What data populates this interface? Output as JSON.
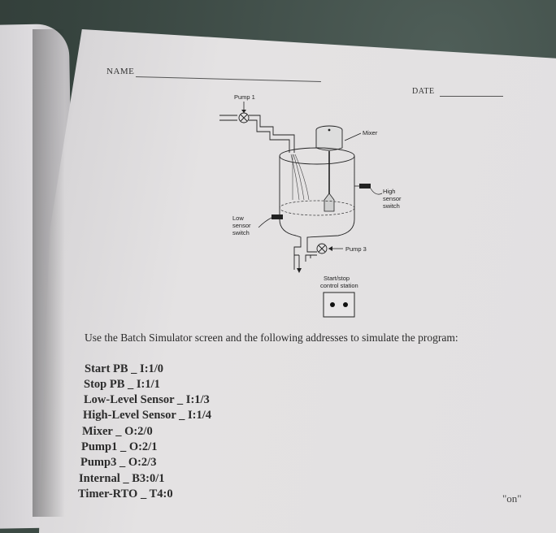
{
  "header": {
    "name_label": "NAME",
    "date_label": "DATE"
  },
  "diagram": {
    "pump1": "Pump 1",
    "mixer": "Mixer",
    "high_sensor": [
      "High",
      "sensor",
      "switch"
    ],
    "low_sensor": [
      "Low",
      "sensor",
      "switch"
    ],
    "pump3": "Pump 3",
    "station": [
      "Start/stop",
      "control station"
    ]
  },
  "instruction": "Use the Batch Simulator screen and the following addresses to simulate the program:",
  "addresses": [
    "Start PB _ I:1/0",
    "Stop PB _ I:1/1",
    "Low-Level Sensor _ I:1/3",
    "High-Level Sensor _ I:1/4",
    "Mixer _ O:2/0",
    "Pump1 _ O:2/1",
    "Pump3 _ O:2/3",
    "Internal _ B3:0/1",
    "Timer-RTO _ T4:0"
  ],
  "corner_text": "\"on\""
}
